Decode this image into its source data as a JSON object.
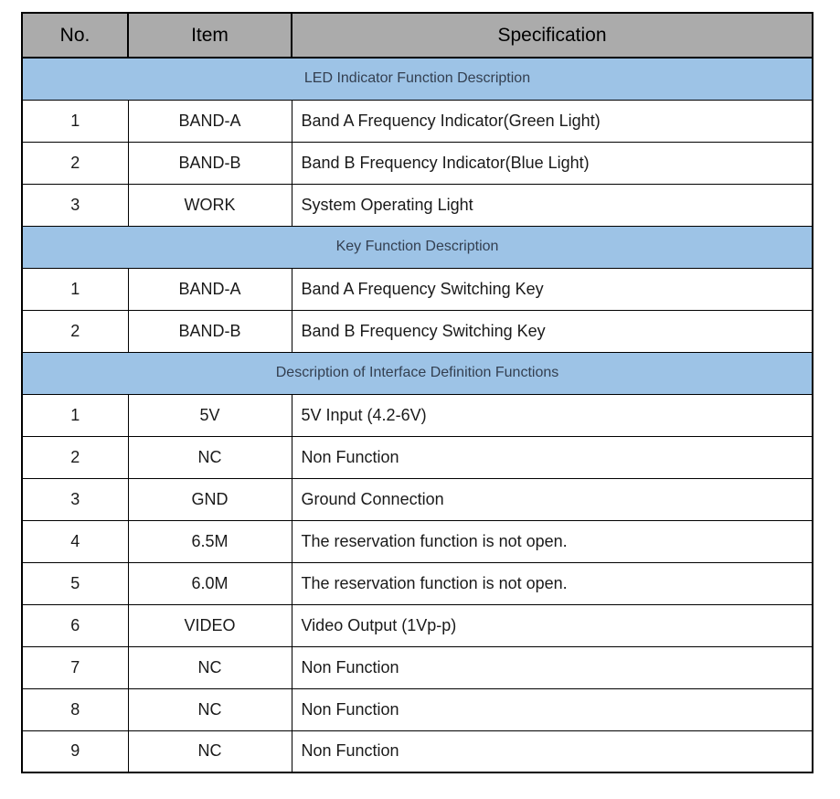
{
  "page": {
    "background": "#FFFFFF"
  },
  "table": {
    "columns": [
      "No.",
      "Item",
      "Specification"
    ],
    "colors": {
      "header_bg": "#ABABAB",
      "header_text": "#000000",
      "section_bg": "#9DC3E6",
      "section_text": "#333F50",
      "body_text": "#1A1A1A",
      "border": "#000000"
    },
    "sections": [
      {
        "title": "LED Indicator Function Description",
        "rows": [
          {
            "no": "1",
            "item": "BAND-A",
            "spec": "Band A Frequency Indicator(Green Light)"
          },
          {
            "no": "2",
            "item": "BAND-B",
            "spec": "Band B Frequency Indicator(Blue Light)"
          },
          {
            "no": "3",
            "item": "WORK",
            "spec": "System Operating Light"
          }
        ]
      },
      {
        "title": "Key Function Description",
        "rows": [
          {
            "no": "1",
            "item": "BAND-A",
            "spec": "Band A Frequency Switching Key"
          },
          {
            "no": "2",
            "item": "BAND-B",
            "spec": "Band B Frequency Switching Key"
          }
        ]
      },
      {
        "title": "Description of Interface Definition Functions",
        "rows": [
          {
            "no": "1",
            "item": "5V",
            "spec": "5V Input (4.2-6V)"
          },
          {
            "no": "2",
            "item": "NC",
            "spec": "Non Function"
          },
          {
            "no": "3",
            "item": "GND",
            "spec": "Ground Connection"
          },
          {
            "no": "4",
            "item": "6.5M",
            "spec": "The reservation function is not open."
          },
          {
            "no": "5",
            "item": "6.0M",
            "spec": "The reservation function is not open."
          },
          {
            "no": "6",
            "item": "VIDEO",
            "spec": "Video Output (1Vp-p)"
          },
          {
            "no": "7",
            "item": "NC",
            "spec": "Non Function"
          },
          {
            "no": "8",
            "item": "NC",
            "spec": "Non Function"
          },
          {
            "no": "9",
            "item": "NC",
            "spec": "Non Function"
          }
        ]
      }
    ]
  }
}
